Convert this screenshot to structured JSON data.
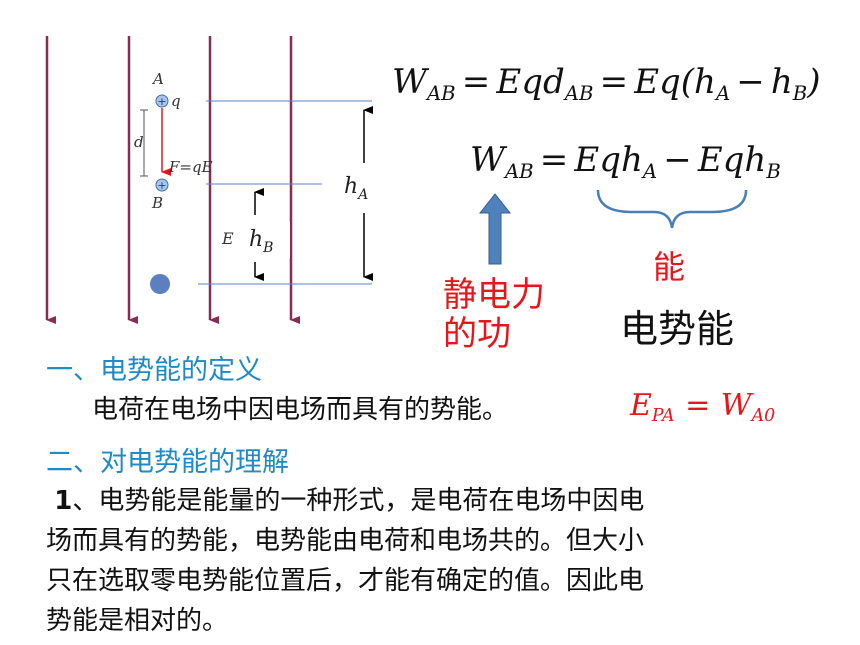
{
  "diagram": {
    "label_A": "A",
    "label_q": "q",
    "label_d": "d",
    "label_force": "F=qE",
    "label_B": "B",
    "label_E": "E",
    "label_hA_main": "h",
    "label_hA_sub": "A",
    "label_hB_main": "h",
    "label_hB_sub": "B",
    "plus_sign": "+"
  },
  "equation1": {
    "W": "W",
    "W_sub": "AB",
    "eq1": "=",
    "term1": "Eqd",
    "term1_sub": "AB",
    "eq2": "=",
    "term2_pre": "Eq(h",
    "term2_sub1": "A",
    "minus": "−",
    "term2_h": "h",
    "term2_sub2": "B",
    "close": ")"
  },
  "equation2": {
    "W": "W",
    "W_sub": "AB",
    "eq": "=",
    "t1": "Eqh",
    "t1_sub": "A",
    "minus": "−",
    "t2": "Eqh",
    "t2_sub": "B"
  },
  "annotations": {
    "work_line1": "静电力",
    "work_line2": "的功",
    "energy_red": "能",
    "energy_black": "电势能"
  },
  "section1": {
    "heading": "一、电势能的定义",
    "body": "电荷在电场中因电场而具有的势能。",
    "formula_E": "E",
    "formula_E_sub": "PA",
    "formula_eq": "=",
    "formula_W": "W",
    "formula_W_sub": "A0"
  },
  "section2": {
    "heading": "二、对电势能的理解",
    "para_num": "1",
    "lines": [
      "、电势能是能量的一种形式，是电荷在电场中因电",
      "场而具有的势能，电势能由电荷和电场共的。但大小",
      "只在选取零电势能位置后，才能有确定的值。因此电",
      "势能是相对的。"
    ]
  },
  "colors": {
    "field_line": "#8a2a57",
    "red": "#e8161a",
    "blue_heading": "#1e8ac8",
    "brace": "#4a7fb6",
    "arrow_fill": "#4f81bd",
    "charge": "#5b7fbf"
  }
}
